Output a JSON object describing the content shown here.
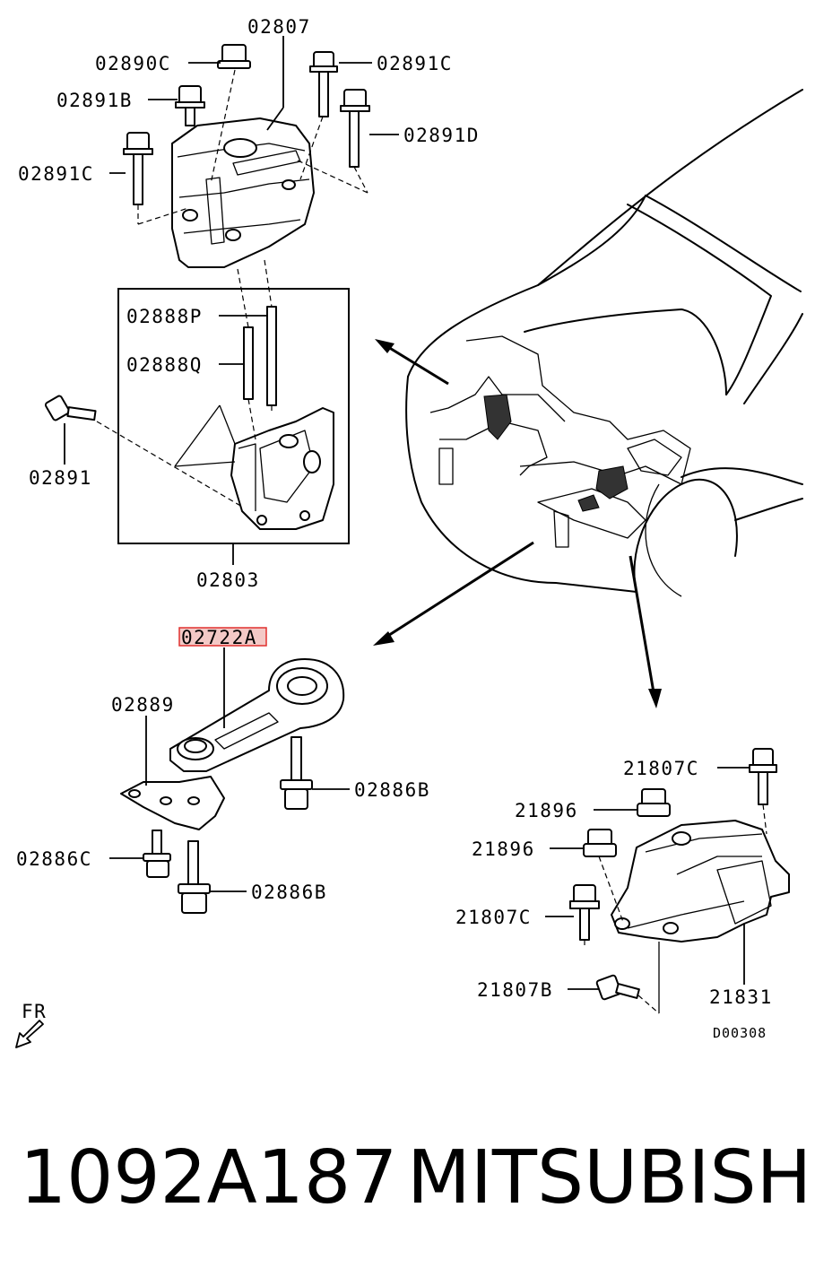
{
  "labels": {
    "l_02807": "02807",
    "l_02890C": "02890C",
    "l_02891C_top": "02891C",
    "l_02891B": "02891B",
    "l_02891D": "02891D",
    "l_02891C_left": "02891C",
    "l_02888P": "02888P",
    "l_02888Q": "02888Q",
    "l_02891": "02891",
    "l_02803": "02803",
    "l_02722A": "02722A",
    "l_02889": "02889",
    "l_02886B_a": "02886B",
    "l_02886C": "02886C",
    "l_02886B_b": "02886B",
    "l_21807C_a": "21807C",
    "l_21896_a": "21896",
    "l_21896_b": "21896",
    "l_21807C_b": "21807C",
    "l_21807B": "21807B",
    "l_21831": "21831",
    "fr": "FR",
    "drawing_code": "D00308"
  },
  "highlight_color": "#e0302e",
  "footer": {
    "part_number": "1092A187",
    "brand": "MITSUBISHI"
  }
}
